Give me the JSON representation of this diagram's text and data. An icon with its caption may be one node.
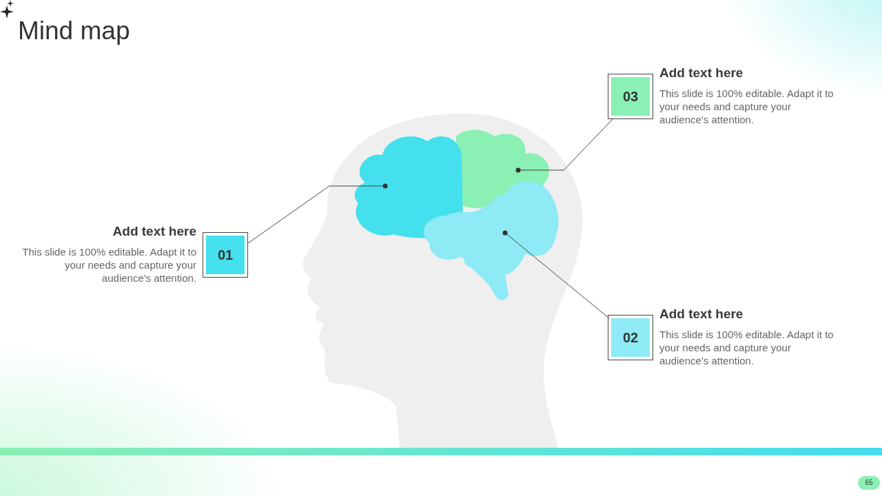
{
  "diagram": {
    "title": "Mind map",
    "nodes": [
      {
        "text": [
          "03"
        ],
        "beside": [
          "Add text here",
          "This slide is 100% editable. Adapt it to your needs and capture your audience's attention."
        ]
      },
      {
        "text": [
          "01"
        ],
        "beside": [
          "Add text here",
          "This slide is 100% editable. Adapt it to your needs and capture your audience's attention."
        ]
      },
      {
        "text": [
          "02"
        ],
        "beside": [
          "Add text here",
          "This slide is 100% editable. Adapt it to your needs and capture your audience's attention."
        ]
      },
      {
        "text": [],
        "shape": "cloud"
      },
      {
        "text": [],
        "shape": "cloud"
      },
      {
        "text": [],
        "shape": "cloud"
      }
    ],
    "edges": [
      {
        "from": 0,
        "to": 4,
        "arrow": "other"
      },
      {
        "from": 1,
        "to": 3,
        "arrow": "other"
      },
      {
        "from": 2,
        "to": 5,
        "arrow": "other"
      }
    ],
    "labels": [
      "65"
    ]
  }
}
